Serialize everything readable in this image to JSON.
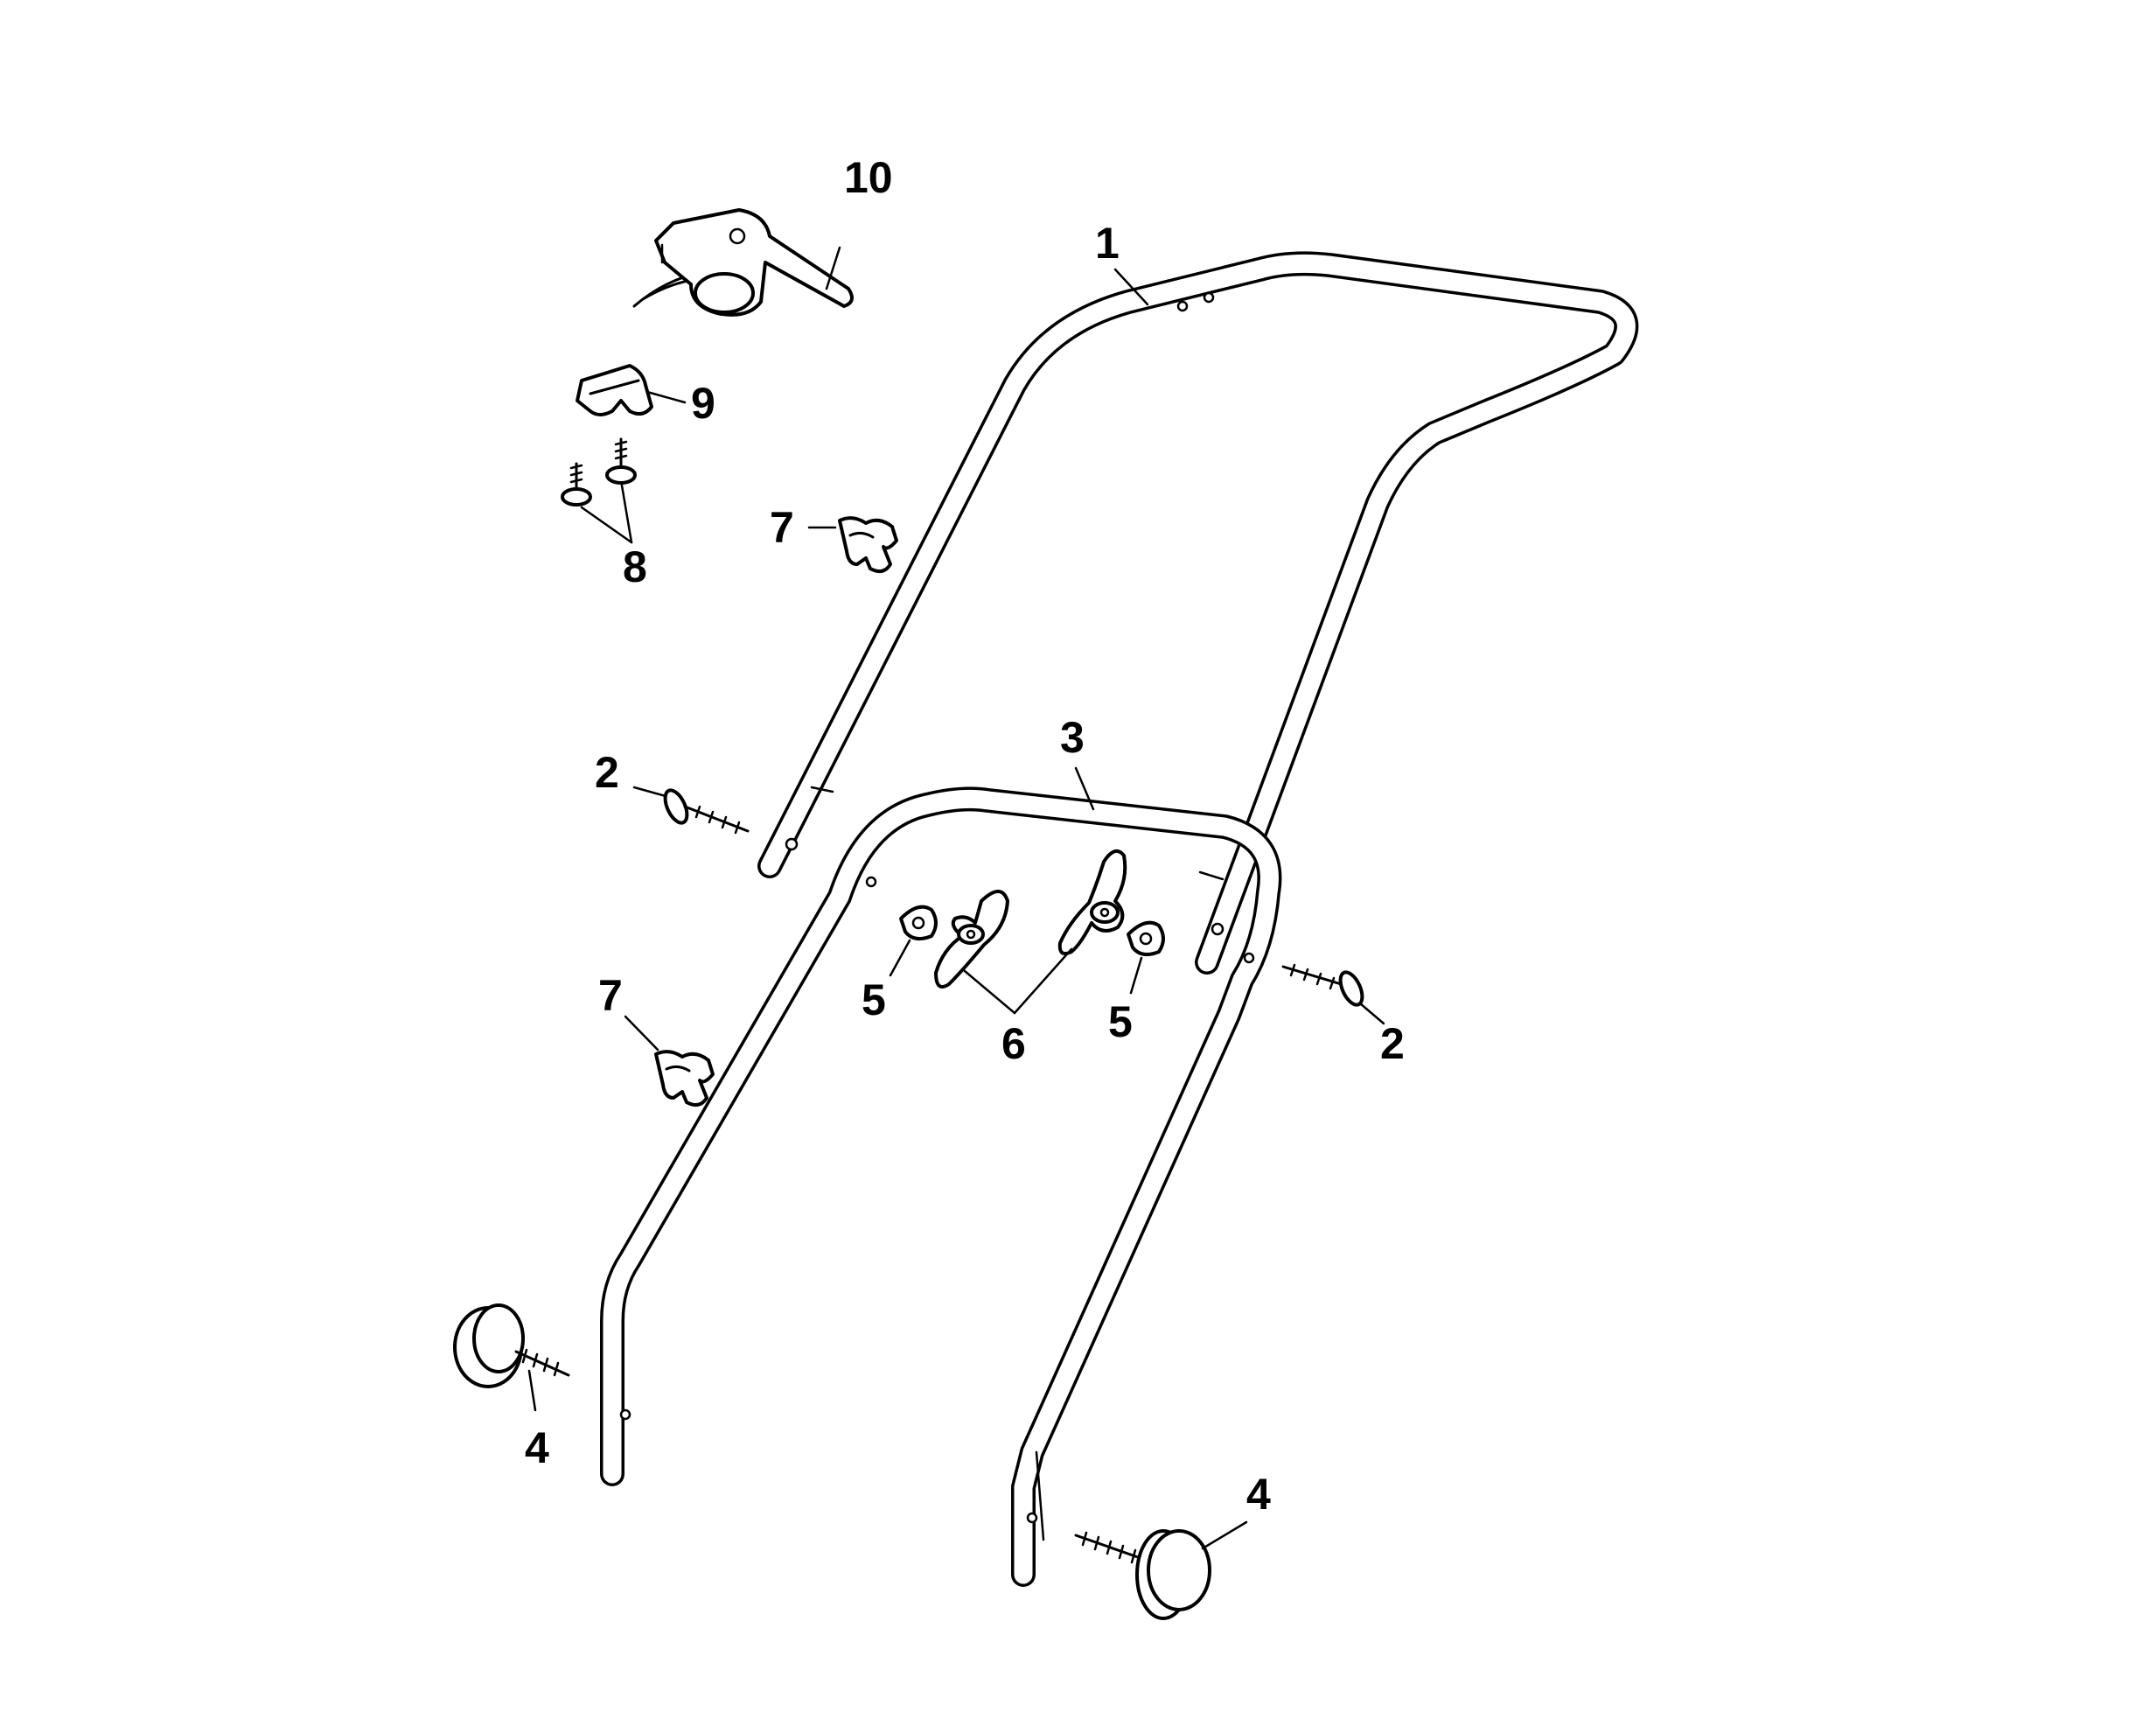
{
  "diagram": {
    "callouts": {
      "c1": "1",
      "c2a": "2",
      "c2b": "2",
      "c3": "3",
      "c4a": "4",
      "c4b": "4",
      "c5a": "5",
      "c5b": "5",
      "c6": "6",
      "c7a": "7",
      "c7b": "7",
      "c8": "8",
      "c9": "9",
      "c10": "10"
    }
  }
}
